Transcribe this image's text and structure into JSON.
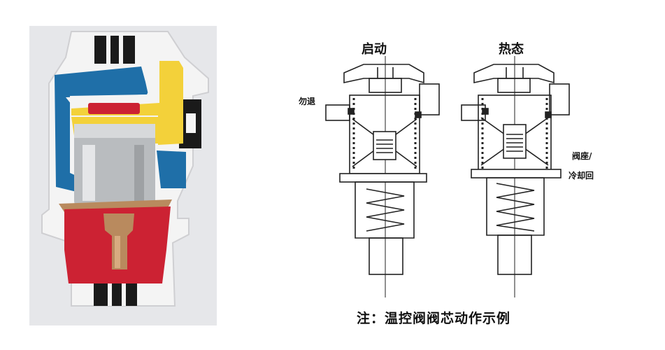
{
  "photo": {
    "colors": {
      "background": "#e6e7ea",
      "body": "#f4f4f4",
      "blue": "#1f6fa8",
      "yellow": "#f3d13a",
      "red": "#cc2233",
      "metal": "#b9bcbf",
      "copper": "#b98a5e",
      "black": "#1a1a1a"
    }
  },
  "diagram": {
    "title_start": "启动",
    "title_hot": "热态",
    "label_left": "勿退",
    "label_right_1": "阀座/",
    "label_right_2": "冷却回",
    "caption": "注：温控阀阀芯动作示例",
    "line_color": "#222222"
  }
}
